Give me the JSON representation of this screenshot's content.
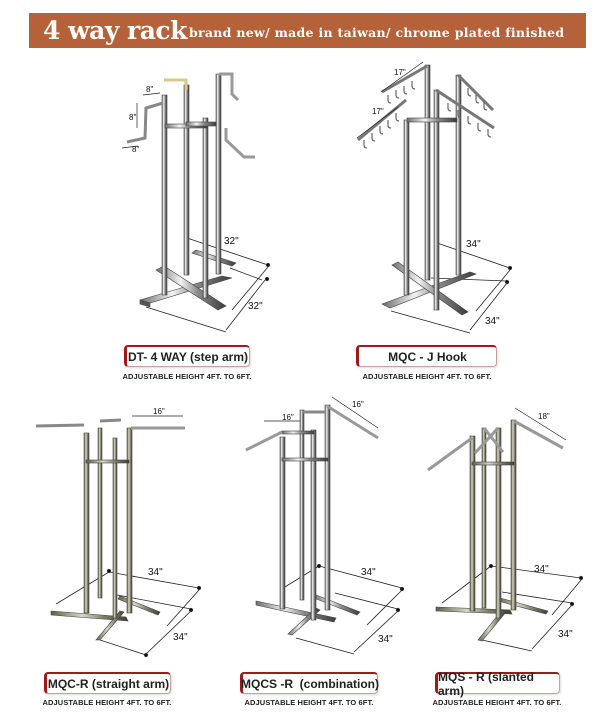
{
  "banner": {
    "title": "4 way rack",
    "subtitle": "brand new/ made in taiwan/ chrome plated finished",
    "color": "#b5623a"
  },
  "products": [
    {
      "name": "DT- 4 WAY (step arm)",
      "note": "ADJUSTABLE HEIGHT 4FT. TO 6FT.",
      "dimensions": {
        "arm_top": "8\"",
        "arm_drop": "8\"",
        "arm_bottom": "8\"",
        "base_width": "32\"",
        "base_depth": "32\""
      }
    },
    {
      "name": "MQC - J Hook",
      "note": "ADJUSTABLE HEIGHT 4FT. TO 6FT.",
      "dimensions": {
        "arm_a": "17\"",
        "arm_b": "17\"",
        "base_width": "34\"",
        "base_depth": "34\""
      }
    },
    {
      "name": "MQC-R (straight arm)",
      "note": "ADJUSTABLE HEIGHT 4FT. TO 6FT.",
      "dimensions": {
        "arm": "16\"",
        "base_width": "34\"",
        "base_depth": "34\""
      }
    },
    {
      "name": "MQCS -R  (combination)",
      "note": "ADJUSTABLE HEIGHT 4FT. TO 6FT.",
      "dimensions": {
        "arm_a": "16\"",
        "arm_b": "16\"",
        "base_width": "34\"",
        "base_depth": "34\""
      }
    },
    {
      "name": "MQS - R (slanted arm)",
      "note": "ADJUSTABLE HEIGHT 4FT. TO 6FT.",
      "dimensions": {
        "arm": "18\"",
        "base_width": "34\"",
        "base_depth": "34\""
      }
    }
  ]
}
